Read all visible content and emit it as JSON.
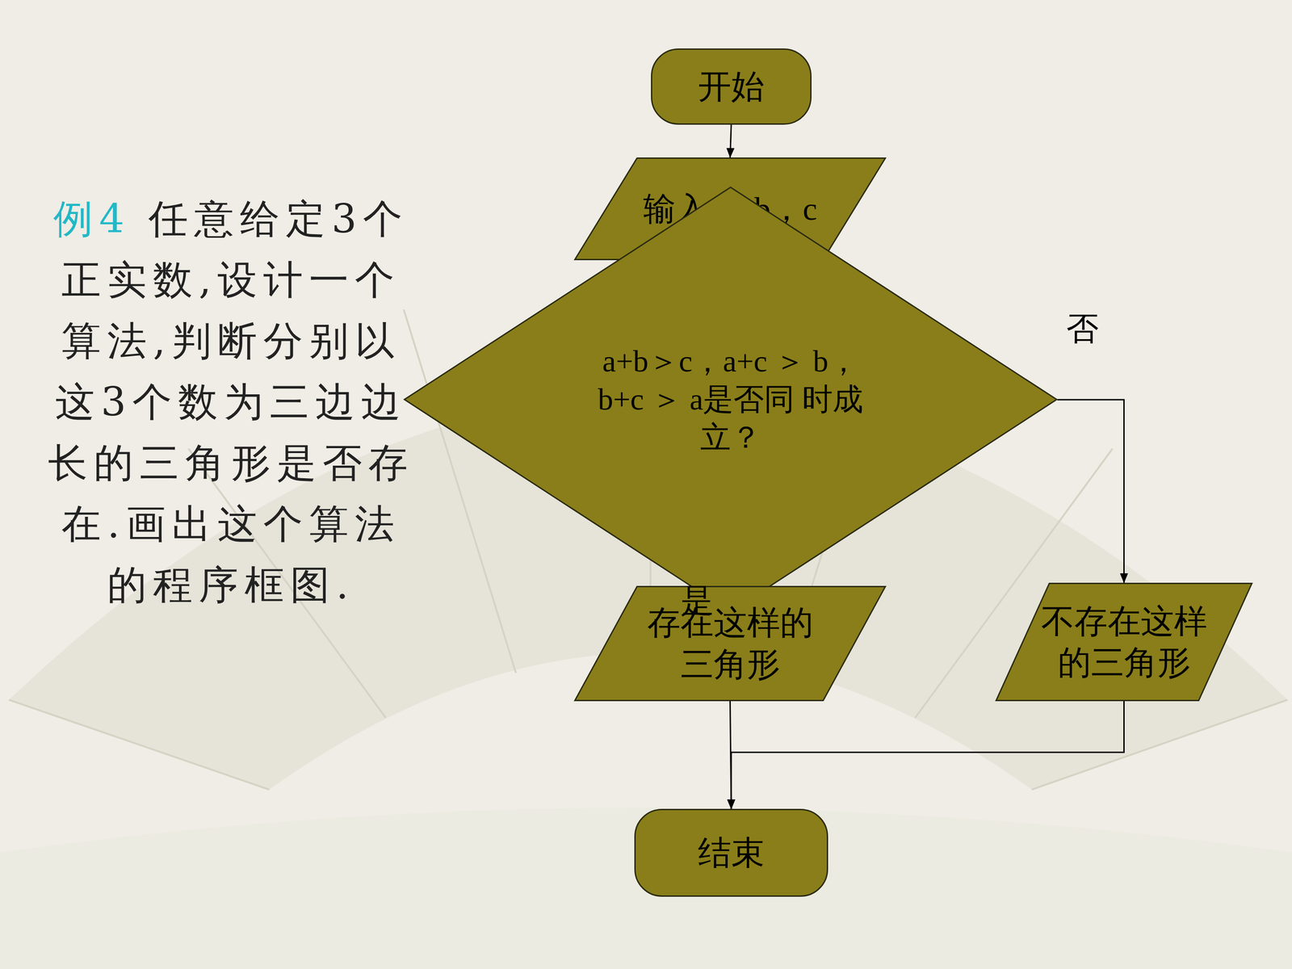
{
  "diagram": {
    "nodes": [
      {
        "text": [
          "开始"
        ]
      },
      {
        "text": [
          "输入a，b，c"
        ]
      },
      {
        "text": [
          "a+b＞c，a+c ＞ b， b+c ＞ a是否同 时成立？"
        ]
      },
      {
        "text": [
          "存在这样的 三角形"
        ]
      },
      {
        "text": [
          "不存在这样 的三角形"
        ]
      },
      {
        "text": [
          "结束"
        ]
      }
    ],
    "edges": [
      {
        "from": 0,
        "to": 1,
        "arrow": "to"
      },
      {
        "from": 1,
        "to": 2,
        "arrow": "to"
      },
      {
        "from": 2,
        "to": 3,
        "label": "是",
        "arrow": "to"
      },
      {
        "from": 2,
        "to": 4,
        "label": "否",
        "arrow": "to"
      },
      {
        "from": 3,
        "to": 5,
        "arrow": "to"
      },
      {
        "from": 4,
        "to": 5,
        "arrow": "to"
      }
    ],
    "labels": [
      "例4",
      "任意给定3个正实数,设计一个算法,判断分别以这3个数为三边边长的三角形是否存在.画出这个算法的程序框图."
    ]
  }
}
